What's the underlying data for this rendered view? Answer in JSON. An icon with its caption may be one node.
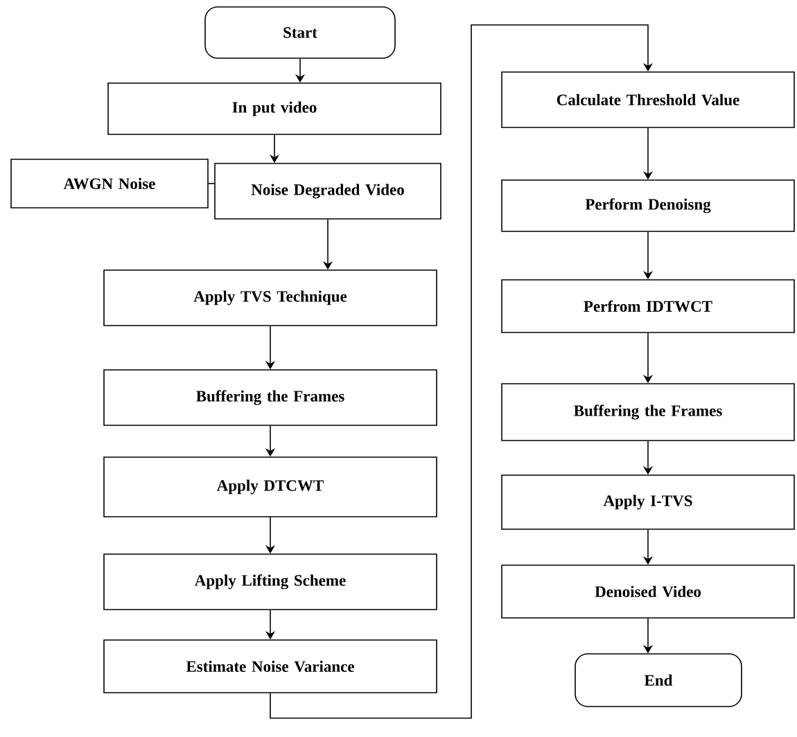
{
  "diagram": {
    "nodes": [
      {
        "text": [
          "Start"
        ]
      },
      {
        "text": [
          "In put video"
        ]
      },
      {
        "text": [
          "AWGN Noise"
        ]
      },
      {
        "text": [
          "Noise Degraded Video"
        ]
      },
      {
        "text": [
          "Apply TVS Technique"
        ]
      },
      {
        "text": [
          "Buffering the Frames"
        ]
      },
      {
        "text": [
          "Apply DTCWT"
        ]
      },
      {
        "text": [
          "Apply Lifting Scheme"
        ]
      },
      {
        "text": [
          "Estimate Noise Variance"
        ]
      },
      {
        "text": [
          "Calculate Threshold Value"
        ]
      },
      {
        "text": [
          "Perform Denoisng"
        ]
      },
      {
        "text": [
          "Perfrom IDTWCT"
        ]
      },
      {
        "text": [
          "Buffering the Frames"
        ]
      },
      {
        "text": [
          "Apply I-TVS"
        ]
      },
      {
        "text": [
          "Denoised Video"
        ]
      },
      {
        "text": [
          "End"
        ]
      }
    ],
    "edges": [
      {
        "from": 0,
        "to": 1,
        "arrow": "to"
      },
      {
        "from": 1,
        "to": 3,
        "arrow": "to"
      },
      {
        "from": 2,
        "to": 3,
        "arrow": "none"
      },
      {
        "from": 3,
        "to": 4,
        "arrow": "to"
      },
      {
        "from": 4,
        "to": 5,
        "arrow": "to"
      },
      {
        "from": 5,
        "to": 6,
        "arrow": "to"
      },
      {
        "from": 6,
        "to": 7,
        "arrow": "to"
      },
      {
        "from": 7,
        "to": 8,
        "arrow": "to"
      },
      {
        "from": 8,
        "to": 9,
        "arrow": "to"
      },
      {
        "from": 9,
        "to": 10,
        "arrow": "to"
      },
      {
        "from": 10,
        "to": 11,
        "arrow": "to"
      },
      {
        "from": 11,
        "to": 12,
        "arrow": "to"
      },
      {
        "from": 12,
        "to": 13,
        "arrow": "to"
      },
      {
        "from": 13,
        "to": 14,
        "arrow": "to"
      },
      {
        "from": 14,
        "to": 15,
        "arrow": "to"
      }
    ]
  }
}
